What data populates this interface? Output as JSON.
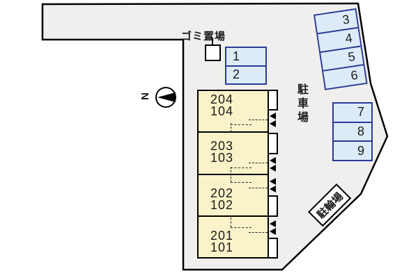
{
  "labels": {
    "garbage_area": "ゴミ置場",
    "parking_lot": "駐車場",
    "bicycle_parking": "駐輪場",
    "north": "N"
  },
  "parking": {
    "spaces_12": [
      "1",
      "2"
    ],
    "spaces_36": [
      "3",
      "4",
      "5",
      "6"
    ],
    "spaces_79": [
      "7",
      "8",
      "9"
    ]
  },
  "building": {
    "units": [
      {
        "upper": "204",
        "lower": "104"
      },
      {
        "upper": "203",
        "lower": "103"
      },
      {
        "upper": "202",
        "lower": "102"
      },
      {
        "upper": "201",
        "lower": "101"
      }
    ]
  },
  "colors": {
    "site_fill": "#f0efed",
    "outline": "#000000",
    "parking_fill": "#dcebf7",
    "parking_border": "#2b3a96",
    "building_fill": "#faf3c9",
    "text": "#1a1a1a"
  }
}
